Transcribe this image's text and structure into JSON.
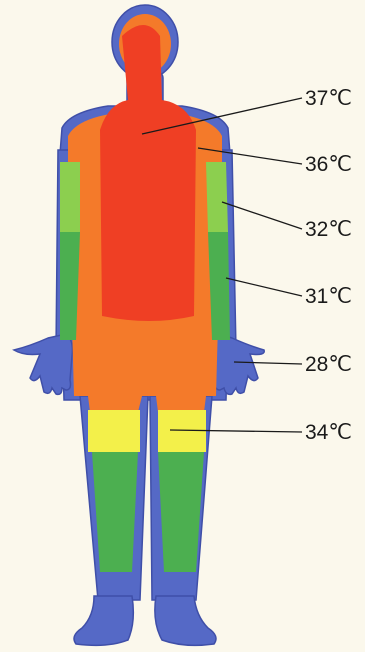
{
  "labels": [
    {
      "key": "torso_core",
      "text": "37℃"
    },
    {
      "key": "shoulder",
      "text": "36℃"
    },
    {
      "key": "upper_arm",
      "text": "32℃"
    },
    {
      "key": "forearm",
      "text": "31℃"
    },
    {
      "key": "hand",
      "text": "28℃"
    },
    {
      "key": "knee",
      "text": "34℃"
    }
  ],
  "colors": {
    "background": "#fbf8ec",
    "skin_outline": "#5569c6",
    "warm_orange": "#f47a2a",
    "core_red": "#ef3f24",
    "arm_light_green": "#8ccf4f",
    "limb_green": "#4caf50",
    "knee_yellow": "#f3f04a",
    "hand_foot_blue": "#5569c6",
    "leader_line": "#1a1a1a"
  }
}
